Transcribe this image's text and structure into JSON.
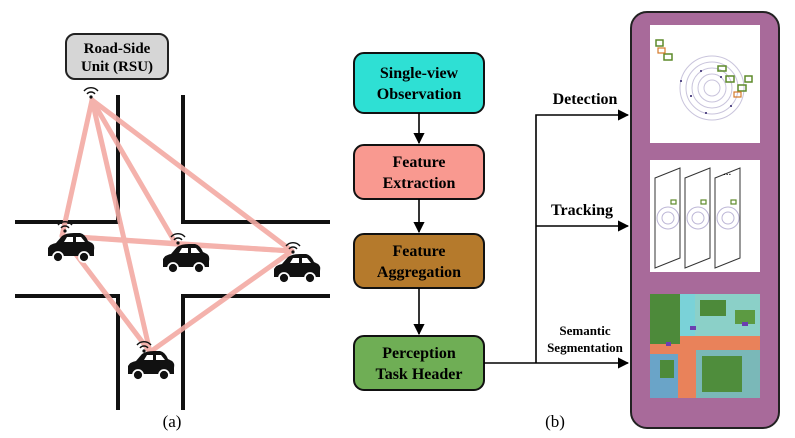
{
  "panel_a": {
    "rsu_label_line1": "Road-Side",
    "rsu_label_line2": "Unit (RSU)",
    "caption": "(a)",
    "agents": [
      "rsu-icon",
      "car-icon",
      "car-icon",
      "car-icon",
      "car-icon"
    ]
  },
  "panel_b": {
    "caption": "(b)",
    "pipeline": [
      {
        "line1": "Single-view",
        "line2": "Observation",
        "color": "#2ee0d4"
      },
      {
        "line1": "Feature",
        "line2": "Extraction",
        "color": "#f99990"
      },
      {
        "line1": "Feature",
        "line2": "Aggregation",
        "color": "#b57a2c"
      },
      {
        "line1": "Perception",
        "line2": "Task Header",
        "color": "#6fae55"
      }
    ],
    "tasks": {
      "detection": "Detection",
      "tracking": "Tracking",
      "segmentation_line1": "Semantic",
      "segmentation_line2": "Segmentation"
    },
    "tracking_ellipsis": "...",
    "output_panel_color": "#a86a9a"
  }
}
